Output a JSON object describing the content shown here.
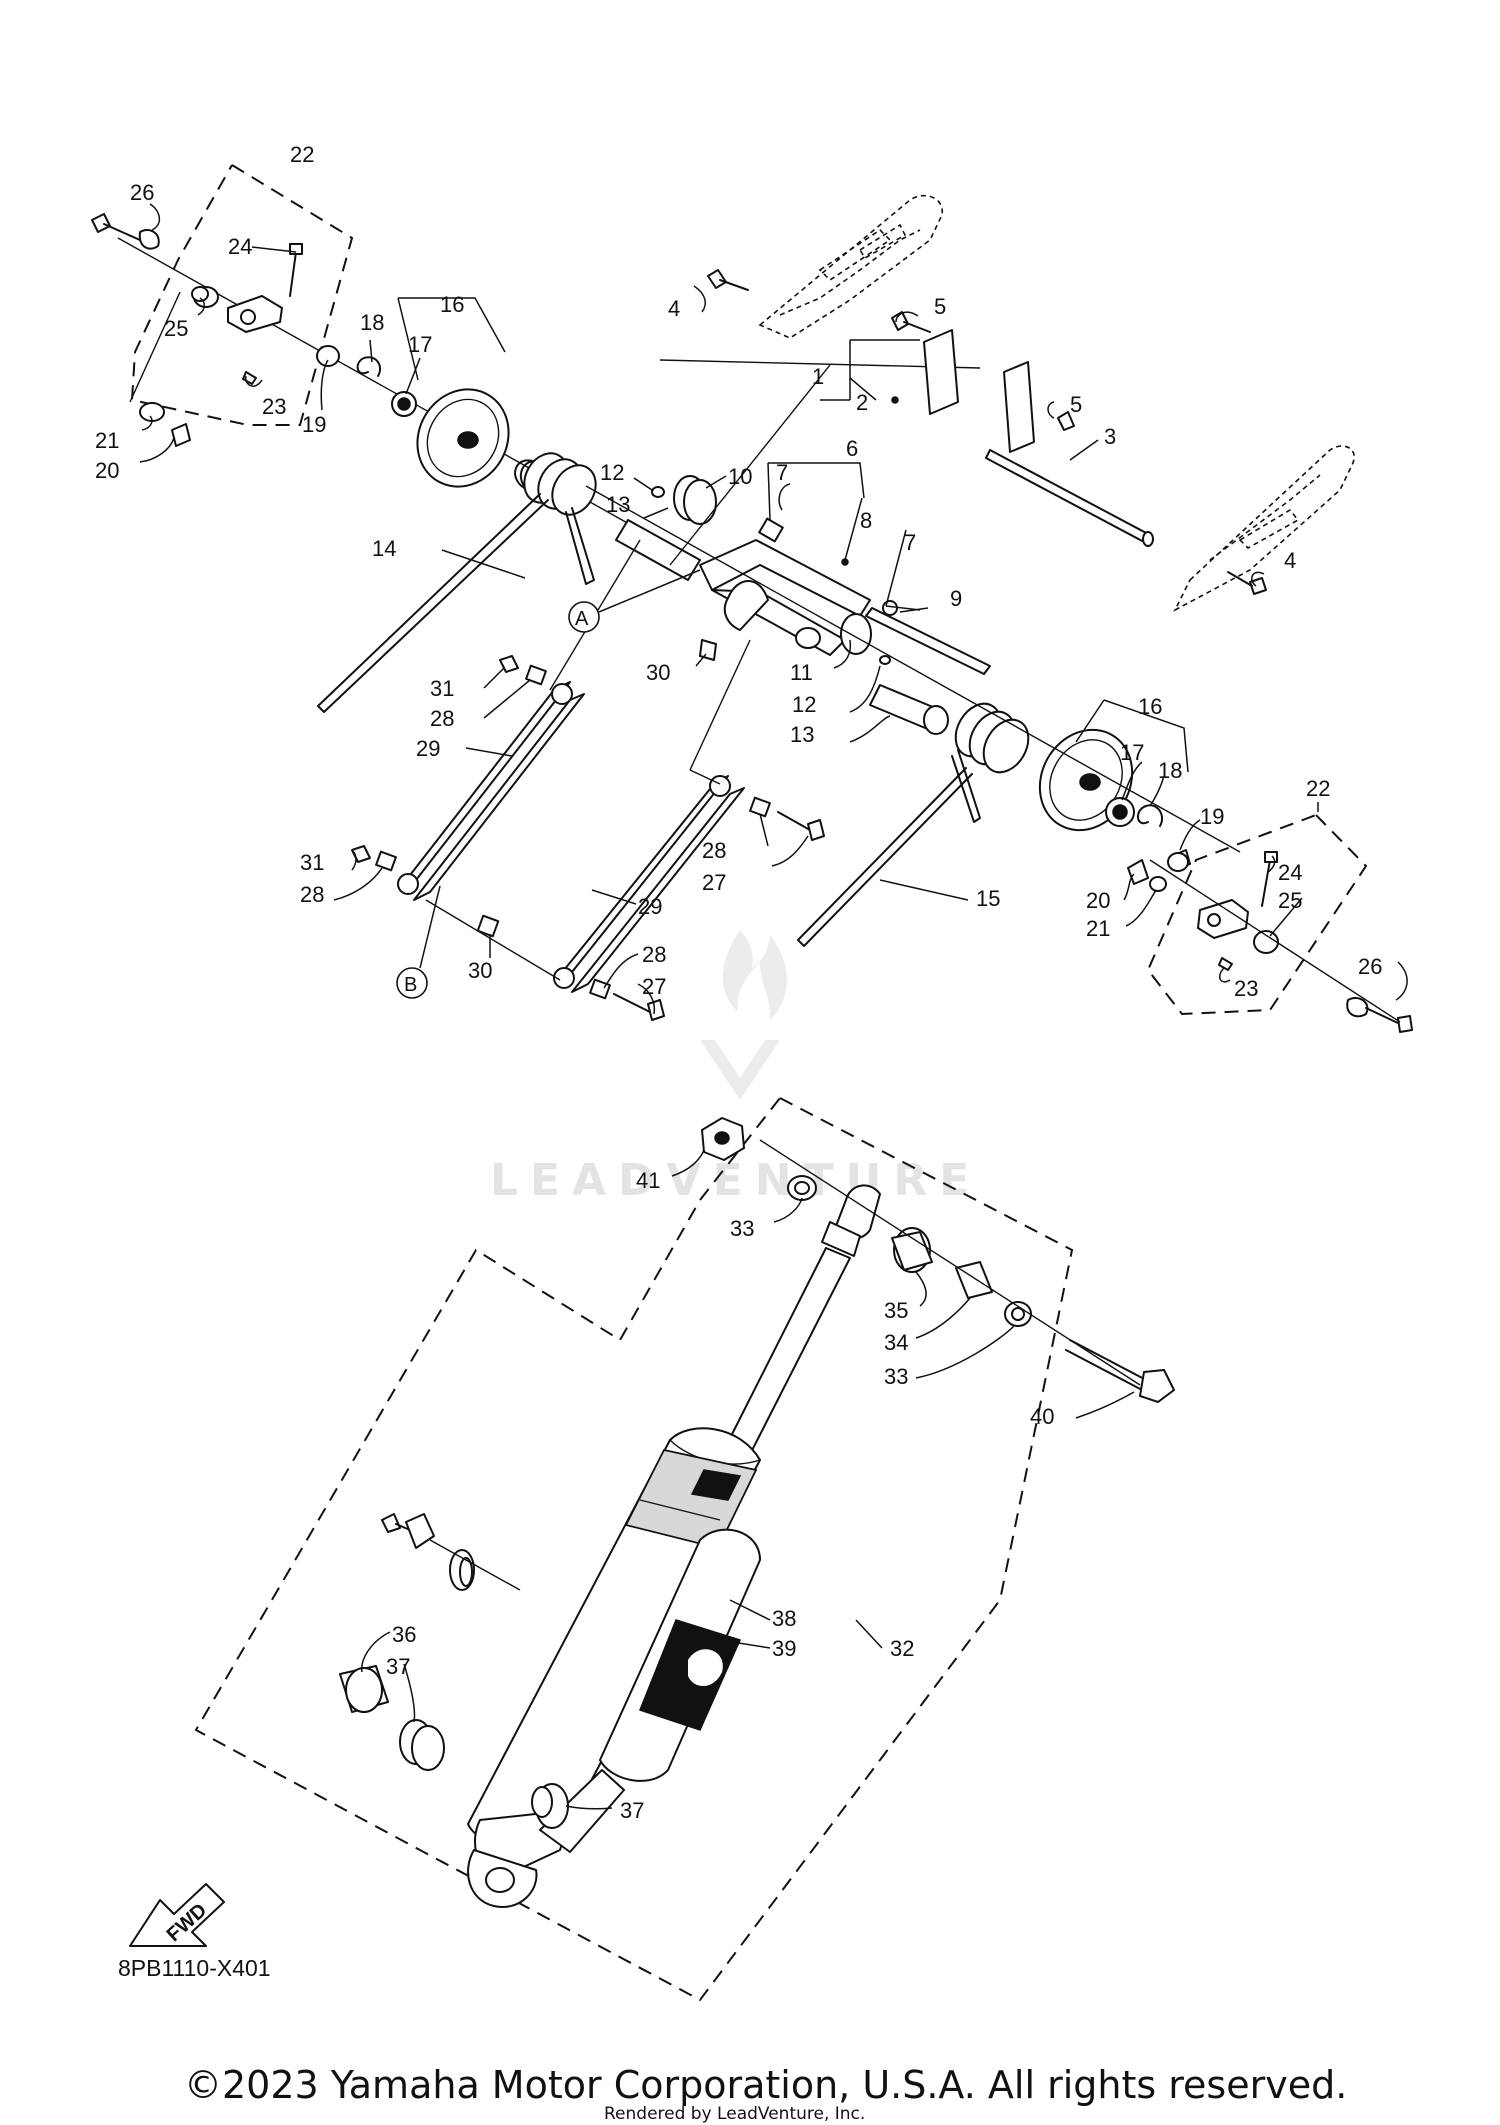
{
  "diagram": {
    "part_code": "8PB1110-X401",
    "fwd_label": "FWD",
    "ref_a": "A",
    "ref_b": "B",
    "watermark": "LEADVENTURE",
    "copyright": "©2023 Yamaha Motor Corporation, U.S.A. All rights reserved.",
    "rendered_by": "Rendered by LeadVenture, Inc."
  },
  "callouts": [
    {
      "id": "c26a",
      "text": "26"
    },
    {
      "id": "c22a",
      "text": "22"
    },
    {
      "id": "c24a",
      "text": "24"
    },
    {
      "id": "c25a",
      "text": "25"
    },
    {
      "id": "c23a",
      "text": "23"
    },
    {
      "id": "c21a",
      "text": "21"
    },
    {
      "id": "c20a",
      "text": "20"
    },
    {
      "id": "c19a",
      "text": "19"
    },
    {
      "id": "c18a",
      "text": "18"
    },
    {
      "id": "c17a",
      "text": "17"
    },
    {
      "id": "c16a",
      "text": "16"
    },
    {
      "id": "c14",
      "text": "14"
    },
    {
      "id": "c12a",
      "text": "12"
    },
    {
      "id": "c13a",
      "text": "13"
    },
    {
      "id": "c10",
      "text": "10"
    },
    {
      "id": "c4a",
      "text": "4"
    },
    {
      "id": "c5a",
      "text": "5"
    },
    {
      "id": "c1",
      "text": "1"
    },
    {
      "id": "c2",
      "text": "2"
    },
    {
      "id": "c5b",
      "text": "5"
    },
    {
      "id": "c3",
      "text": "3"
    },
    {
      "id": "c6",
      "text": "6"
    },
    {
      "id": "c7a",
      "text": "7"
    },
    {
      "id": "c8",
      "text": "8"
    },
    {
      "id": "c7b",
      "text": "7"
    },
    {
      "id": "c9",
      "text": "9"
    },
    {
      "id": "c4b",
      "text": "4"
    },
    {
      "id": "c30a",
      "text": "30"
    },
    {
      "id": "c11",
      "text": "11"
    },
    {
      "id": "c12b",
      "text": "12"
    },
    {
      "id": "c13b",
      "text": "13"
    },
    {
      "id": "c31a",
      "text": "31"
    },
    {
      "id": "c28a",
      "text": "28"
    },
    {
      "id": "c29a",
      "text": "29"
    },
    {
      "id": "c16b",
      "text": "16"
    },
    {
      "id": "c17b",
      "text": "17"
    },
    {
      "id": "c18b",
      "text": "18"
    },
    {
      "id": "c22b",
      "text": "22"
    },
    {
      "id": "c19b",
      "text": "19"
    },
    {
      "id": "c24b",
      "text": "24"
    },
    {
      "id": "c25b",
      "text": "25"
    },
    {
      "id": "c20b",
      "text": "20"
    },
    {
      "id": "c21b",
      "text": "21"
    },
    {
      "id": "c15",
      "text": "15"
    },
    {
      "id": "c28b",
      "text": "28"
    },
    {
      "id": "c27a",
      "text": "27"
    },
    {
      "id": "c31b",
      "text": "31"
    },
    {
      "id": "c28c",
      "text": "28"
    },
    {
      "id": "c29b",
      "text": "29"
    },
    {
      "id": "c30b",
      "text": "30"
    },
    {
      "id": "c28d",
      "text": "28"
    },
    {
      "id": "c27b",
      "text": "27"
    },
    {
      "id": "c23b",
      "text": "23"
    },
    {
      "id": "c26b",
      "text": "26"
    },
    {
      "id": "c41",
      "text": "41"
    },
    {
      "id": "c33a",
      "text": "33"
    },
    {
      "id": "c35",
      "text": "35"
    },
    {
      "id": "c34",
      "text": "34"
    },
    {
      "id": "c33b",
      "text": "33"
    },
    {
      "id": "c40",
      "text": "40"
    },
    {
      "id": "c38",
      "text": "38"
    },
    {
      "id": "c39",
      "text": "39"
    },
    {
      "id": "c32",
      "text": "32"
    },
    {
      "id": "c36",
      "text": "36"
    },
    {
      "id": "c37a",
      "text": "37"
    },
    {
      "id": "c37b",
      "text": "37"
    }
  ]
}
